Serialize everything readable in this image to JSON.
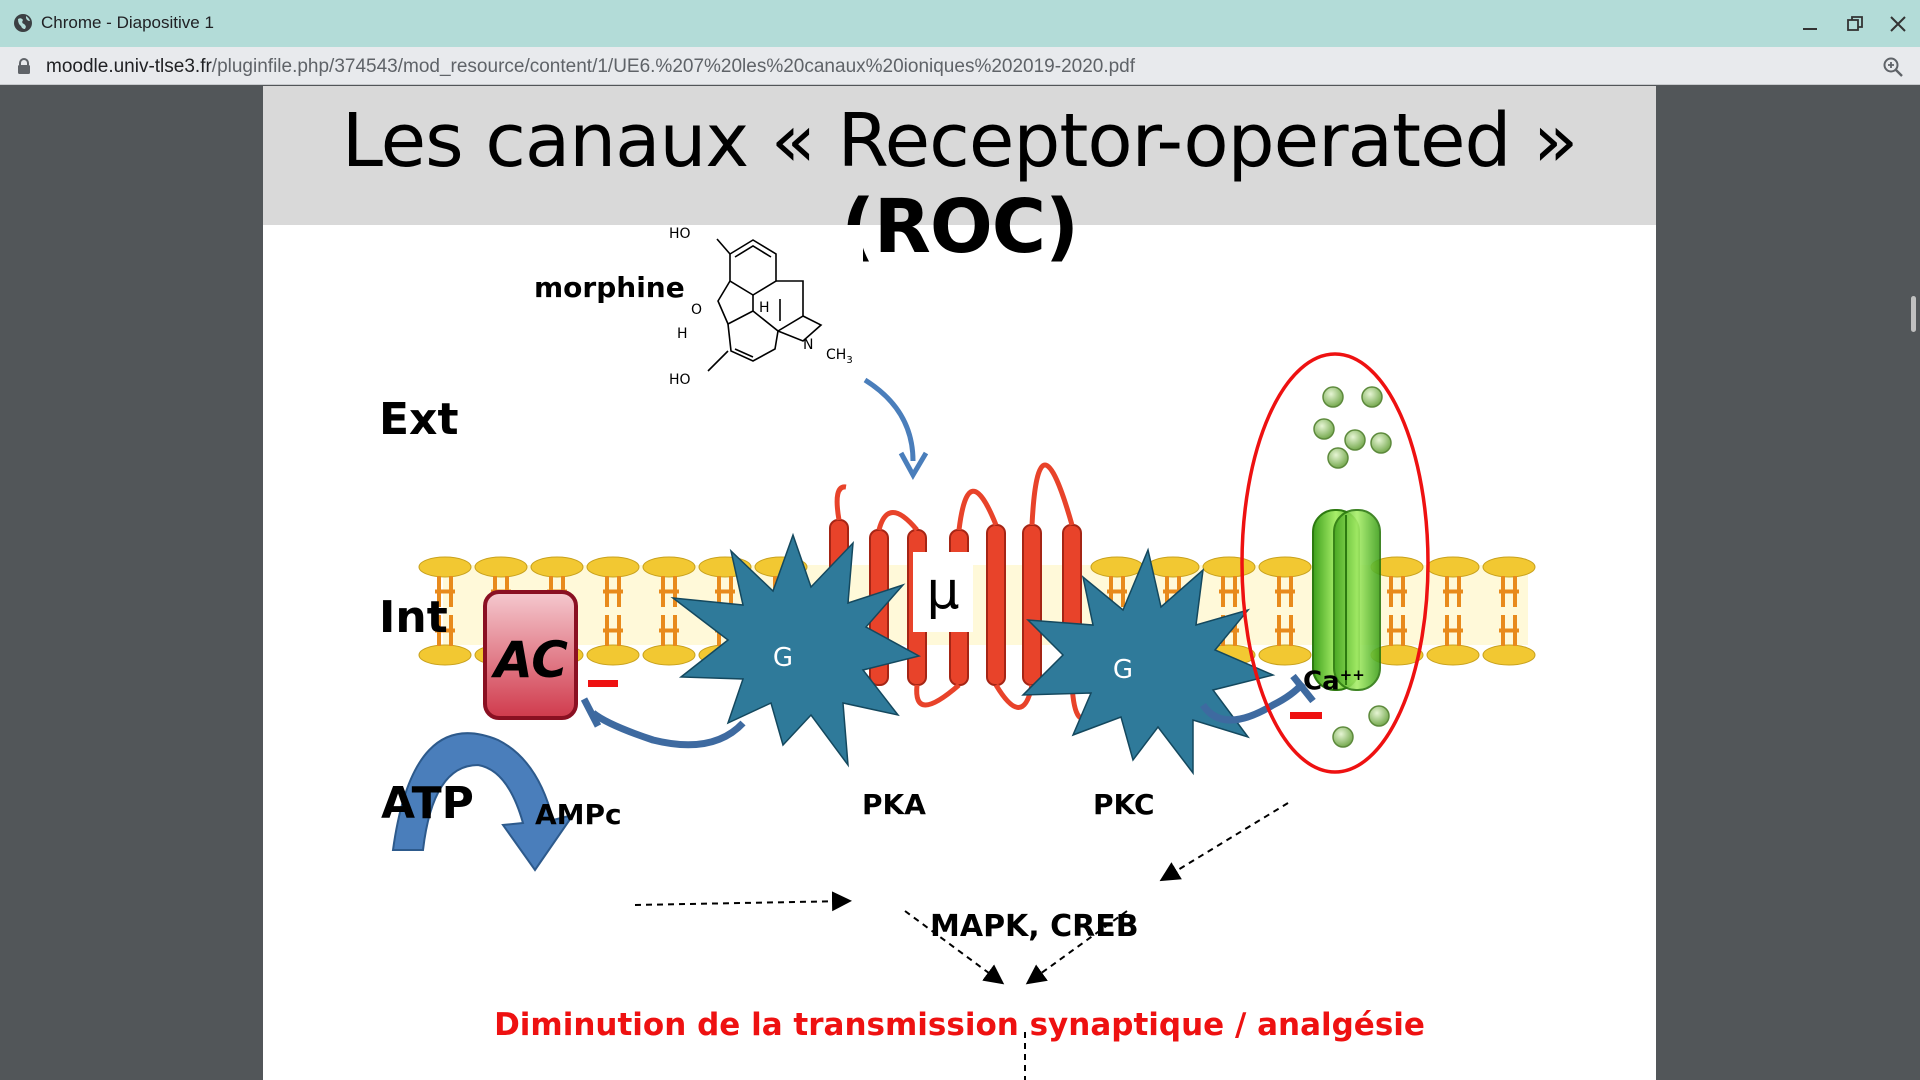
{
  "window": {
    "title": "Chrome - Diapositive 1",
    "icon": "globe-icon",
    "controls": [
      "minimize-icon",
      "restore-icon",
      "close-icon"
    ]
  },
  "address": {
    "domain": "moodle.univ-tlse3.fr",
    "path": "/pluginfile.php/374543/mod_resource/content/1/UE6.%207%20les%20canaux%20ioniques%202019-2020.pdf"
  },
  "slide": {
    "title_main": "Les canaux « Receptor-operated » ",
    "title_bold": "(ROC)",
    "labels": {
      "morphine": "morphine",
      "ext": "Ext",
      "int": "Int",
      "ac": "AC",
      "mu": "µ",
      "g_left": "G",
      "g_right": "G",
      "atp": "ATP",
      "ampc": "AMPc",
      "pka": "PKA",
      "pkc": "PKC",
      "ca": "Ca",
      "ca_sup": "++",
      "mapk": "MAPK, CREB",
      "conclusion": "Diminution de la transmission synaptique / analgésie"
    },
    "molecule": {
      "ho_top": "HO",
      "o": "O",
      "h_left": "H",
      "h_top": "H",
      "n": "N",
      "ch3": "CH",
      "ch3_sub": "3",
      "ho_bottom": "HO"
    },
    "colors": {
      "inhibit_minus": "#ee1111",
      "g_protein": "#2f7a9a",
      "receptor": "#e8432a",
      "ac_box": "#c0283a",
      "channel": "#66cc33",
      "arrow_blue": "#4a7ebb"
    }
  }
}
